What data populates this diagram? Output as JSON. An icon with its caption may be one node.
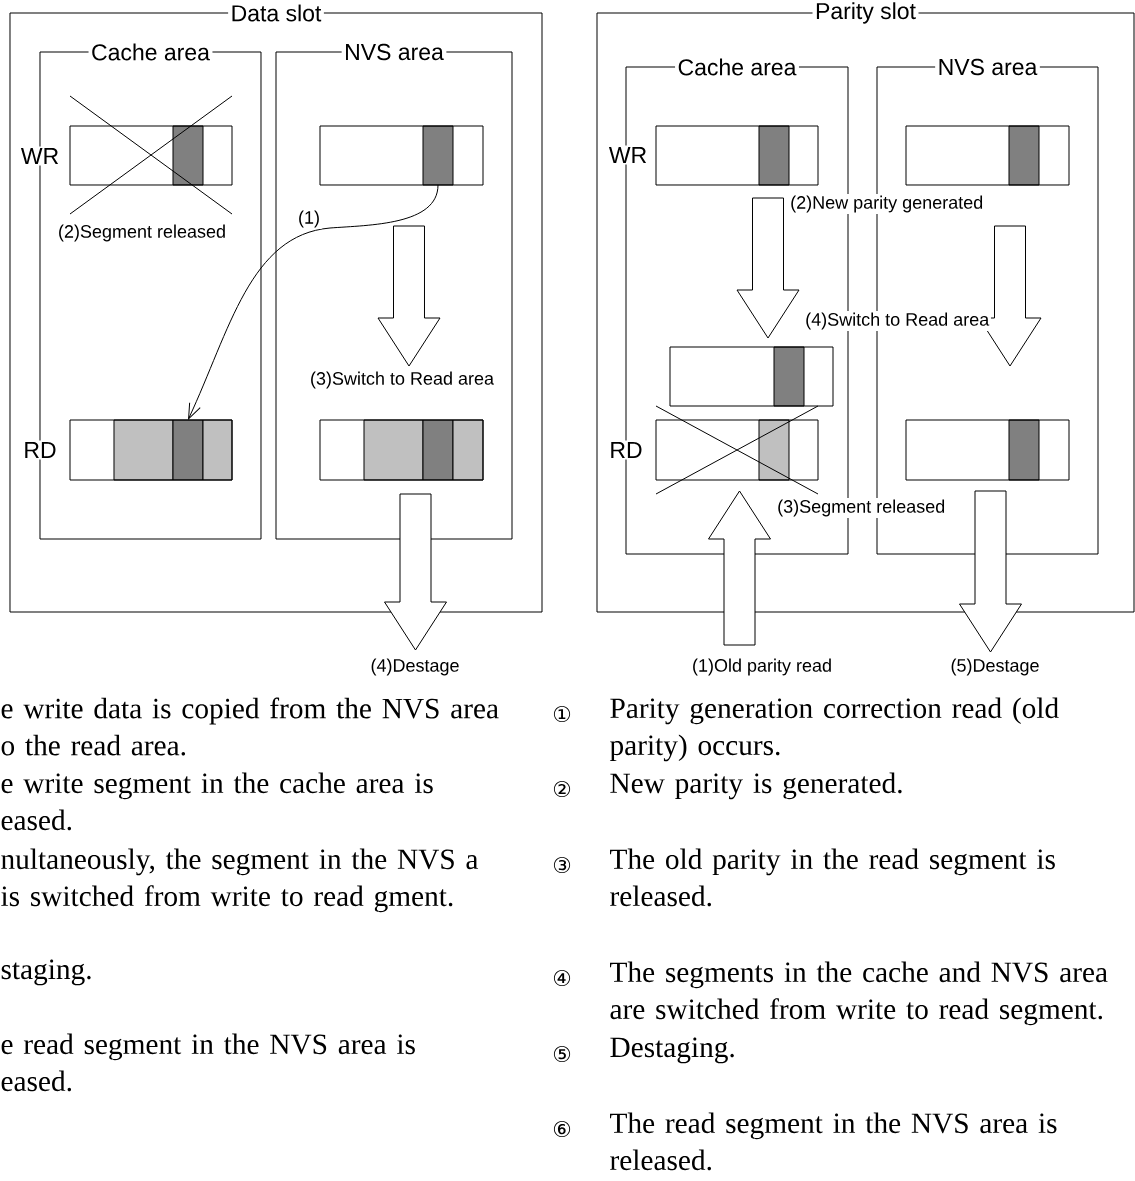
{
  "diagram": {
    "nodes": [
      {
        "text": [
          "Data slot"
        ]
      },
      {
        "text": [
          "Cache area"
        ],
        "in": 0
      },
      {
        "text": [
          "NVS area"
        ],
        "in": 0
      },
      {
        "text": [],
        "shape": "box",
        "in": 1
      },
      {
        "text": [],
        "shape": "box",
        "in": 1
      },
      {
        "text": [],
        "shape": "box",
        "in": 2
      },
      {
        "text": [],
        "shape": "box",
        "in": 2
      },
      {
        "text": [
          "Parity slot"
        ]
      },
      {
        "text": [
          "Cache area"
        ],
        "in": 7
      },
      {
        "text": [
          "NVS area"
        ],
        "in": 7
      },
      {
        "text": [],
        "shape": "box",
        "in": 8
      },
      {
        "text": [],
        "shape": "box",
        "in": 8
      },
      {
        "text": [],
        "shape": "box",
        "in": 8
      },
      {
        "text": [],
        "shape": "box",
        "in": 9
      },
      {
        "text": [],
        "shape": "box",
        "in": 9
      }
    ],
    "edges": [
      {
        "from": 5,
        "to": 4,
        "arrow": "to",
        "label": "(1)"
      },
      {
        "from": 5,
        "to": 6,
        "arrow": "to",
        "style": "thick",
        "label": "(3)Switch to Read area"
      },
      {
        "from": 6,
        "to": null,
        "arrow": "to",
        "style": "thick",
        "label": "(4)Destage"
      },
      {
        "from": 10,
        "to": 11,
        "arrow": "to",
        "style": "thick",
        "label": "(2)New parity generated"
      },
      {
        "from": 13,
        "to": 14,
        "arrow": "to",
        "style": "thick"
      },
      {
        "from": null,
        "to": 12,
        "arrow": "to",
        "style": "thick",
        "label": "(1)Old parity read"
      },
      {
        "from": 14,
        "to": null,
        "arrow": "to",
        "style": "thick",
        "label": "(5)Destage"
      }
    ],
    "labels": [
      "WR",
      "RD",
      "(2)Segment released",
      "WR",
      "RD",
      "(4)Switch to Read area",
      "(3)Segment released",
      "e write data is copied from the NVS area o the read area.",
      "e write segment in the cache area is eased.",
      "nultaneously, the segment in the NVS a is switched from write to read gment.",
      "staging.",
      "e read segment in the NVS area is eased.",
      "①",
      "Parity generation correction read (old parity) occurs.",
      "②",
      "New parity is generated.",
      "③",
      "The old parity in the read segment is released.",
      "④",
      "The segments in the cache and NVS area are switched from write to read segment.",
      "⑤",
      "Destaging.",
      "⑥",
      "The read segment in the NVS area is released."
    ]
  }
}
